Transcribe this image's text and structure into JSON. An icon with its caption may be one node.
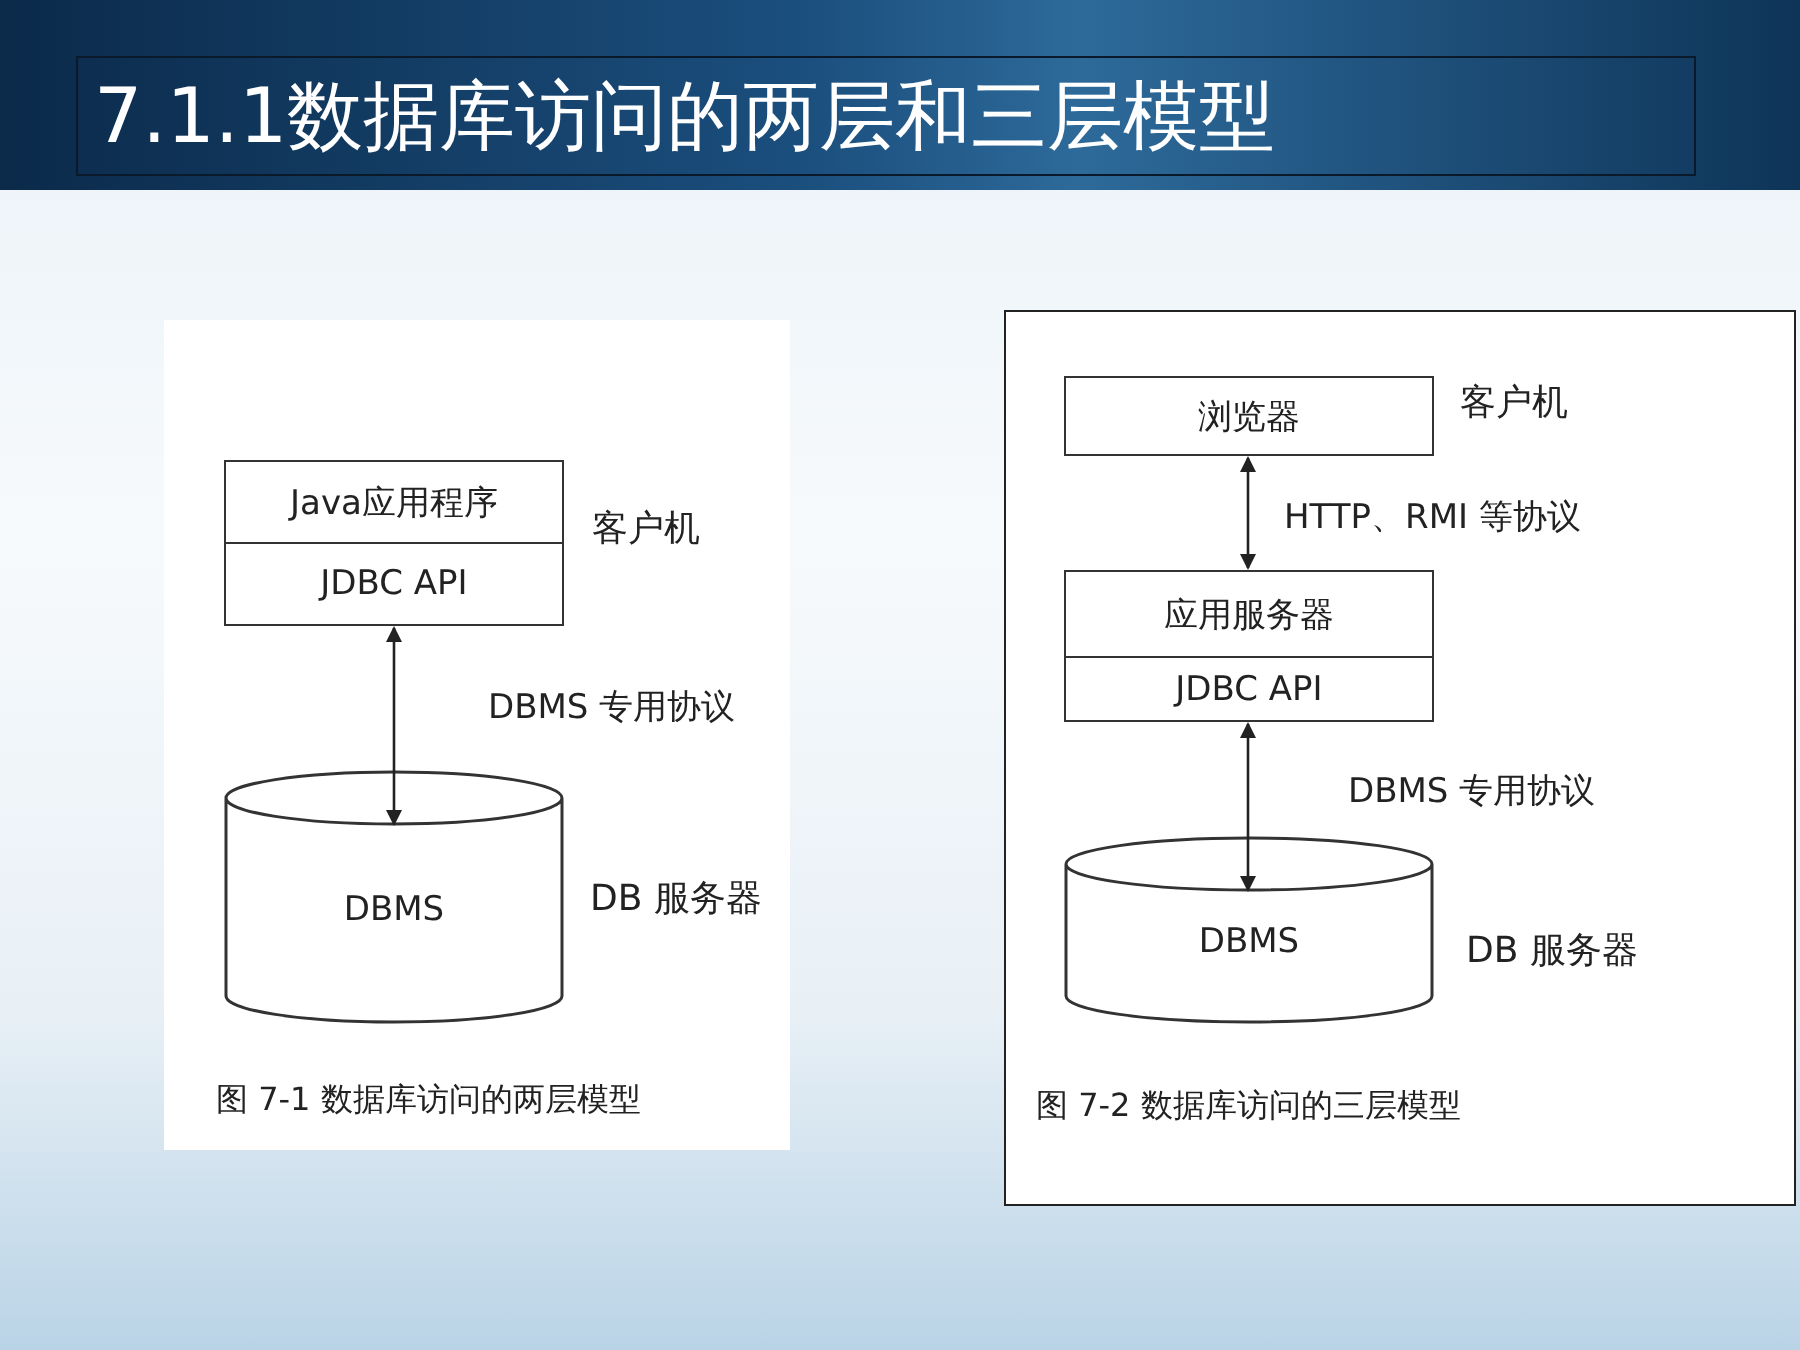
{
  "diagram": {
    "title": "7.1.1数据库访问的两层和三层模型",
    "nodes": [
      {
        "text": [
          "Java应用程序"
        ],
        "beside": [
          "客户机"
        ]
      },
      {
        "text": [
          "JDBC API"
        ]
      },
      {
        "text": [
          "DBMS"
        ],
        "beside": [
          "DB 服务器"
        ]
      },
      {
        "text": [
          "浏览器"
        ],
        "beside": [
          "客户机"
        ]
      },
      {
        "text": [
          "应用服务器"
        ]
      },
      {
        "text": [
          "JDBC API"
        ]
      },
      {
        "text": [
          "DBMS"
        ],
        "beside": [
          "DB 服务器"
        ]
      }
    ],
    "edges": [
      {
        "from": 1,
        "to": 2,
        "arrow": "both",
        "label": "DBMS 专用协议"
      },
      {
        "from": 3,
        "to": 4,
        "arrow": "both",
        "label": "HTTP、RMI 等协议"
      },
      {
        "from": 5,
        "to": 6,
        "arrow": "both",
        "label": "DBMS 专用协议"
      }
    ],
    "labels": [
      "图 7-1 数据库访问的两层模型",
      "图 7-2 数据库访问的三层模型"
    ]
  }
}
